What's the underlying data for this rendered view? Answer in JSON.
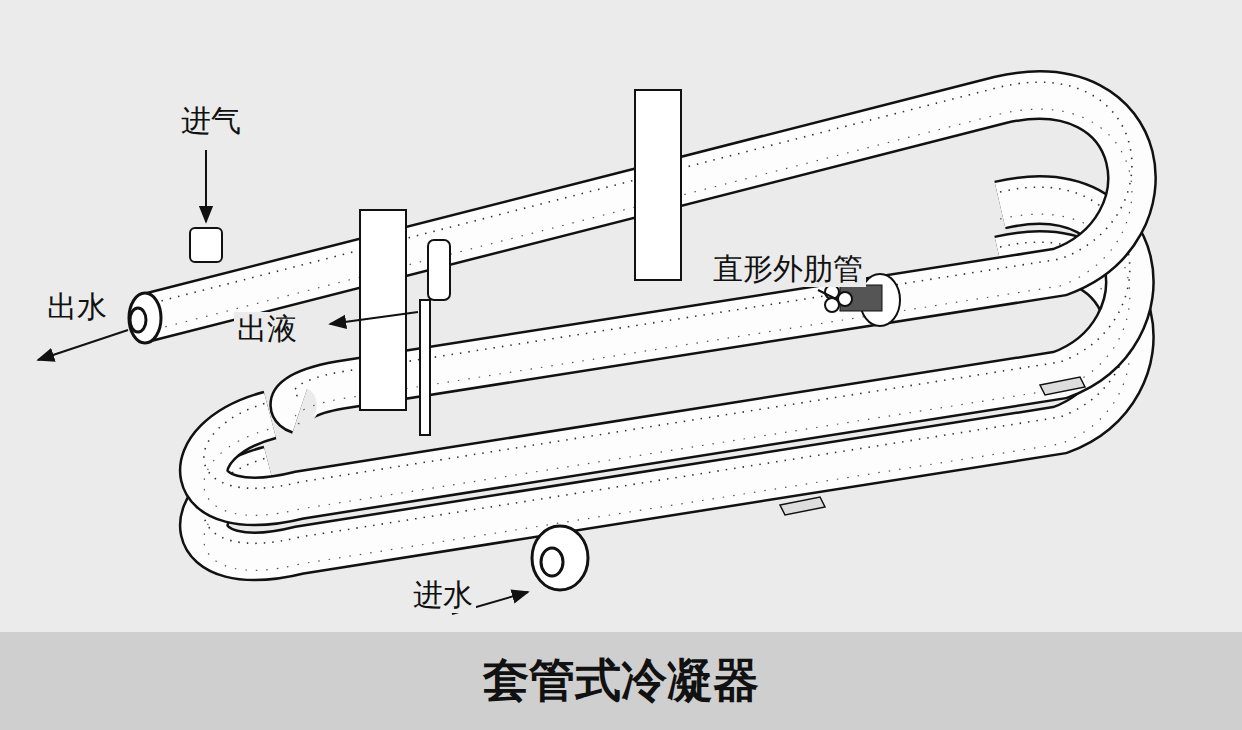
{
  "diagram": {
    "caption": "套管式冷凝器",
    "labels": [
      "进气",
      "出水",
      "出液",
      "直形外肋管",
      "进水"
    ]
  }
}
